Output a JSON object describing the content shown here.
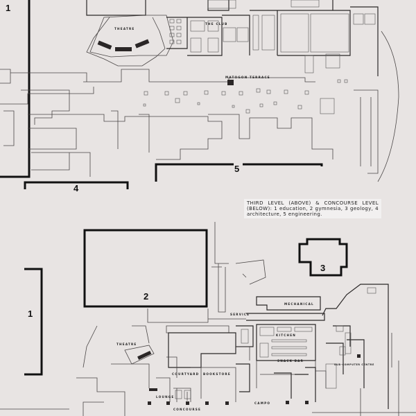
{
  "caption": "THIRD LEVEL (ABOVE) & CONCOURSE LEVEL (BELOW): 1 education, 2 gymnesia, 3 geology, 4 architecture, 5 engineering.",
  "upper_plan": {
    "building_numbers": [
      "1",
      "4",
      "5"
    ],
    "labels": {
      "theatre": "THEATRE",
      "club": "THE CLUB",
      "terrace": "MATOGON TERRACE"
    }
  },
  "lower_plan": {
    "building_numbers": [
      "1",
      "2",
      "3"
    ],
    "labels": {
      "theatre": "THEATRE",
      "service": "SERVICE",
      "mechanical": "MECHANICAL",
      "kitchen": "KITCHEN",
      "snack_bar": "SNACK BAR",
      "bookstore": "BOOKSTORE",
      "courtyard": "COURTYARD",
      "lounge": "LOUNGE",
      "concourse": "CONCOURSE",
      "campo": "CAMPO",
      "computer_centre": "SUB-COMPUTER CENTRE"
    }
  }
}
